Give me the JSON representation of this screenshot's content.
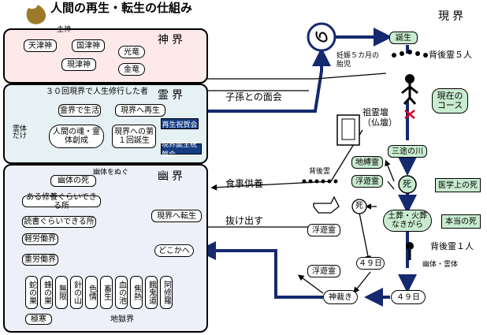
{
  "title": "人間の再生・転生の仕組み",
  "shushin": "主神",
  "realms": {
    "shinkai": "神界",
    "reikai": "霊界",
    "yukai": "幽界",
    "genkai": "現界"
  },
  "shinkai_items": {
    "amatsukami": "天津神",
    "kunitsukami": "国津神",
    "koryu": "光竜",
    "genshinjin": "現津神",
    "kinryu": "金竜"
  },
  "reikai_items": {
    "shugyo_note": "３０回現界で人生修行した者",
    "reikai_life": "霊界で生活",
    "rebirth_to_genkai": "現界へ再生",
    "human_soul": "人間の魂・霊体創成",
    "first_birth": "現界への第１回誕生",
    "rebirth_ceremony": "再生祝賀会",
    "birth_ceremony": "現界誕生祝賀会",
    "reitai_dake": "霊体だけ"
  },
  "yukai_items": {
    "yutai_nugu": "幽体をぬぐ",
    "yutai_death": "幽体の死",
    "shugyo_place": "ある修養ぐらいできる所",
    "reading_place": "読書ぐらいできる所",
    "light_labor": "軽労働界",
    "heavy_labor": "重労働界",
    "tensei": "現界へ転生",
    "dokoka": "どこかへ",
    "hell": [
      "蛇の巣",
      "蜂の巣",
      "無限",
      "針の山",
      "色情",
      "畜生",
      "血の池",
      "焦熱",
      "餓鬼道",
      "阿修羅"
    ],
    "gokan": "極寒",
    "jigokukai": "地獄界"
  },
  "genkai_items": {
    "fetus": "妊娠５カ月の胎児",
    "birth": "誕生",
    "haigorei5": "背後霊５人",
    "current_course": "現在のコース",
    "sorei": "祖霊壇（仏壇）",
    "sanzu": "三途の川",
    "jibakurei": "地縛霊",
    "fuyurei": "浮遊霊",
    "death": "死",
    "medical_death": "医学上の死",
    "burial": "土葬・火葬なきがら",
    "true_death": "本当の死",
    "haigorei1": "背後霊１人",
    "yutai_reitai": "幽体・霊体",
    "day49": "４９日",
    "shinsaiki": "神裁き",
    "haigorei": "背後霊"
  },
  "arrows": {
    "shison": "子孫との面会",
    "shokuji": "食事供養",
    "nukedasu": "抜け出す"
  },
  "colors": {
    "shinkai_bg": "#fde8ea",
    "reikai_bg": "#e6f1f4",
    "yukai_bg": "#eef0f9",
    "navy": "#14296e",
    "green": "#c9ecd0"
  }
}
